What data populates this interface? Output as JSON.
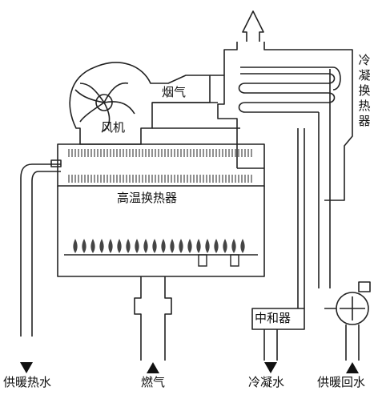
{
  "labels": {
    "fan": "风机",
    "flue_gas": "烟气",
    "high_temp_exchanger": "高温换热器",
    "condensing_exchanger": [
      "冷",
      "凝",
      "换",
      "热",
      "器"
    ],
    "neutralizer": "中和器",
    "heating_supply": "供暖热水",
    "gas": "燃气",
    "condensate": "冷凝水",
    "heating_return": "供暖回水"
  },
  "colors": {
    "line": "#222222",
    "background": "#ffffff"
  }
}
